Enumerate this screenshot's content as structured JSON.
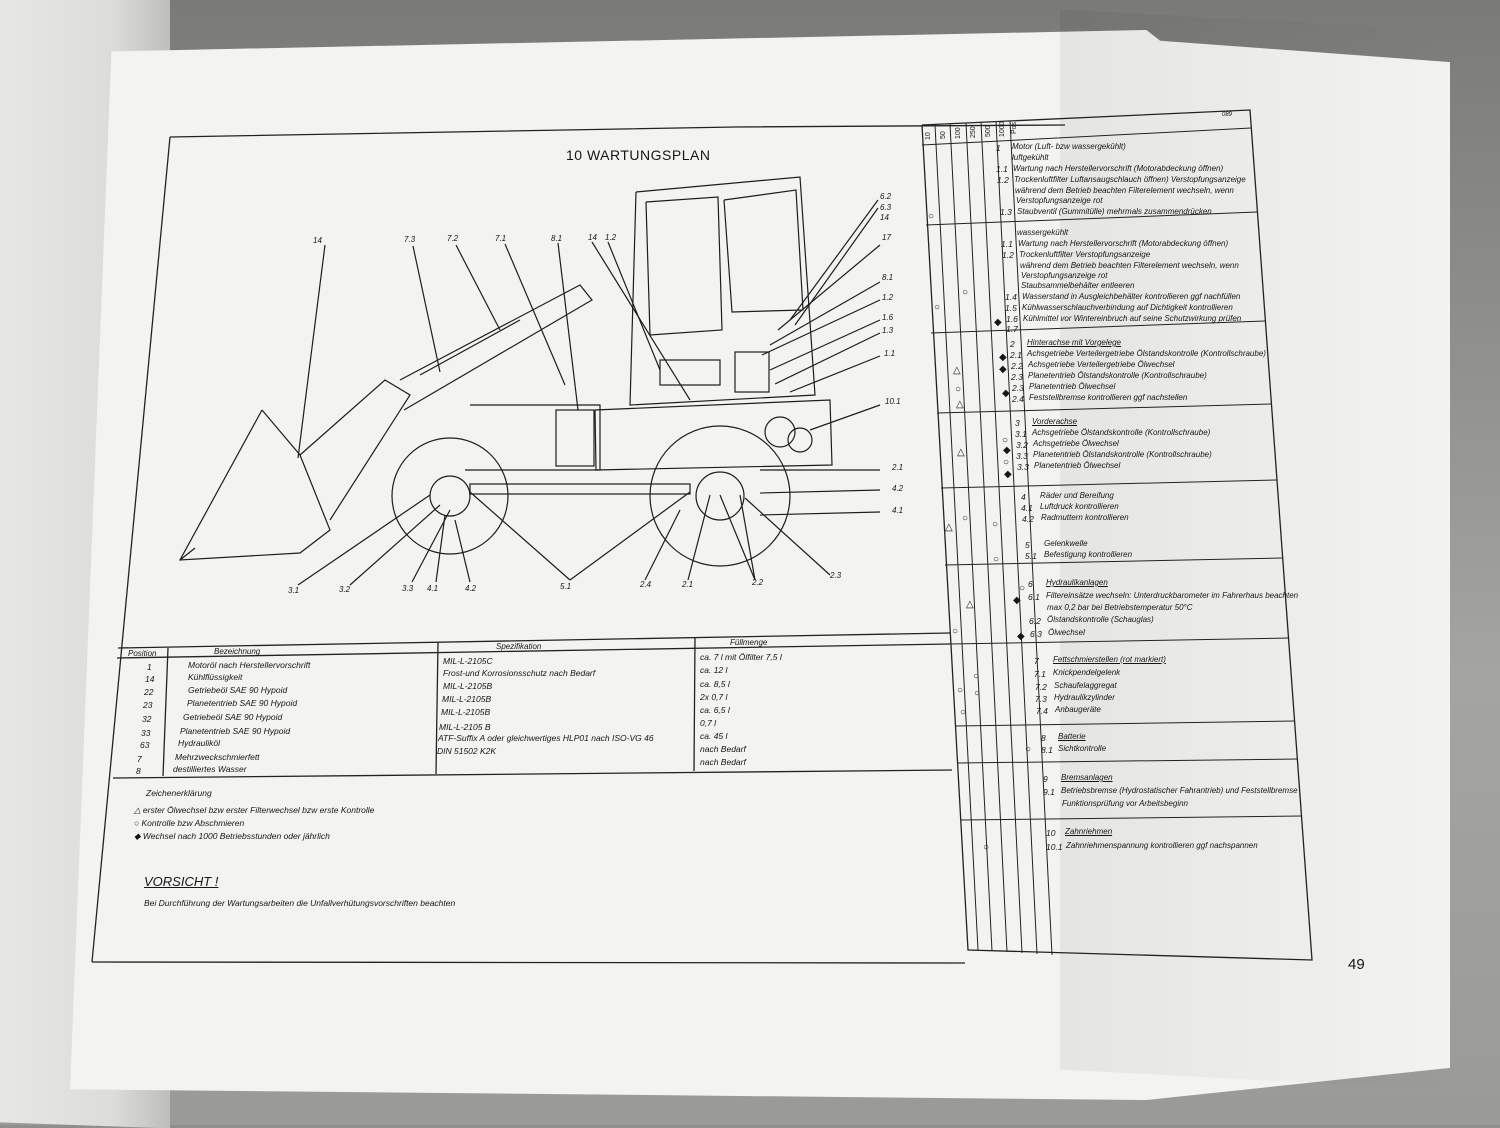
{
  "title": "10 WARTUNGSPLAN",
  "page_number": "49",
  "corner_note": "089",
  "drawing_labels": {
    "top": [
      "14",
      "7.3",
      "7.2",
      "7.1",
      "8.1",
      "14",
      "1.2",
      "6.2",
      "6.3",
      "17"
    ],
    "right": [
      "8.1",
      "1.2",
      "1.6",
      "1.3",
      "1.1",
      "10.1",
      "2.1",
      "4.2",
      "4.1"
    ],
    "bottom": [
      "3.1",
      "3.2",
      "3.3",
      "4.1",
      "4.2",
      "5.1",
      "2.4",
      "2.1",
      "2.2",
      "2.3"
    ]
  },
  "spec_table": {
    "headers": [
      "Position",
      "Bezeichnung",
      "Spezifikation",
      "Füllmenge"
    ],
    "rows": [
      {
        "position": "1",
        "name": "Motoröl nach Herstellervorschrift",
        "spec": "MIL-L-2105C",
        "qty": "ca. 7 l mit Ölfilter 7,5 l"
      },
      {
        "position": "14",
        "name": "Kühlflüssigkeit",
        "spec": "Frost-und Korrosionsschutz nach Bedarf",
        "qty": "ca. 12 l"
      },
      {
        "position": "22",
        "name": "Getriebeöl SAE 90 Hypoid",
        "spec": "MIL-L-2105B",
        "qty": "ca. 8,5 l"
      },
      {
        "position": "23",
        "name": "Planetentrieb SAE 90 Hypoid",
        "spec": "MIL-L-2105B",
        "qty": "2x 0,7 l"
      },
      {
        "position": "32",
        "name": "Getriebeöl SAE 90 Hypoid",
        "spec": "MIL-L-2105B",
        "qty": "ca. 6,5 l"
      },
      {
        "position": "33",
        "name": "Planetentrieb SAE 90 Hypoid",
        "spec": "MIL-L-2105 B",
        "qty": "0,7 l"
      },
      {
        "position": "63",
        "name": "Hydrauliköl",
        "spec": "ATF-Suffix A oder gleichwertiges HLP01 nach ISO-VG 46",
        "qty": "ca. 45 l"
      },
      {
        "position": "7",
        "name": "Mehrzweckschmierfett",
        "spec": "DIN 51502 K2K",
        "qty": "nach Bedarf"
      },
      {
        "position": "8",
        "name": "destilliertes Wasser",
        "spec": "",
        "qty": "nach Bedarf"
      }
    ]
  },
  "legend": {
    "title": "Zeichenerklärung",
    "items": [
      {
        "symbol": "△",
        "text": "erster Ölwechsel bzw erster Filterwechsel bzw erste Kontrolle"
      },
      {
        "symbol": "○",
        "text": "Kontrolle bzw Abschmieren"
      },
      {
        "symbol": "◆",
        "text": "Wechsel nach 1000 Betriebsstunden oder jährlich"
      }
    ]
  },
  "warning": {
    "title": "VORSICHT !",
    "text": "Bei Durchführung der Wartungsarbeiten die Unfallverhütungsvorschriften beachten"
  },
  "schedule": {
    "columns": [
      "10",
      "50",
      "100",
      "250",
      "500",
      "1000",
      "Pos."
    ],
    "sections": [
      {
        "lines": [
          {
            "num": "1",
            "text": "Motor (Luft- bzw wassergekühlt)"
          },
          {
            "num": "",
            "text": "luftgekühlt"
          },
          {
            "num": "1.1",
            "text": "Wartung nach Herstellervorschrift (Motorabdeckung öffnen)"
          },
          {
            "num": "1.2",
            "text": "Trockenluftfilter Luftansaugschlauch öffnen) Verstopfungsanzeige"
          },
          {
            "num": "",
            "text": "während dem Betrieb beachten Filterelement wechseln, wenn"
          },
          {
            "num": "",
            "text": "Verstopfungsanzeige rot"
          },
          {
            "num": "1.3",
            "text": "Staubventil (Gummitülle) mehrmals zusammendrücken"
          }
        ]
      },
      {
        "lines": [
          {
            "num": "",
            "text": "wassergekühlt"
          },
          {
            "num": "1.1",
            "text": "Wartung nach Herstellervorschrift (Motorabdeckung öffnen)"
          },
          {
            "num": "1.2",
            "text": "Trockenluftfilter Verstopfungsanzeige"
          },
          {
            "num": "",
            "text": "während dem Betrieb beachten Filterelement wechseln, wenn"
          },
          {
            "num": "",
            "text": "Verstopfungsanzeige rot"
          },
          {
            "num": "",
            "text": "Staubsammelbehälter entleeren"
          },
          {
            "num": "1.4",
            "text": "Wasserstand in Ausgleichbehälter kontrollieren ggf nachfüllen"
          },
          {
            "num": "1.5",
            "text": "Kühlwasserschlauchverbindung auf Dichtigkeit kontrollieren"
          },
          {
            "num": "1.6",
            "text": "Kühlmittel vor Wintereinbruch auf seine Schutzwirkung prüfen"
          },
          {
            "num": "1.7",
            "text": ""
          }
        ]
      },
      {
        "lines": [
          {
            "num": "2",
            "text": "Hinterachse mit Vorgelege"
          },
          {
            "num": "2.1",
            "text": "Achsgetriebe Verteilergetriebe Ölstandskontrolle (Kontrollschraube)"
          },
          {
            "num": "2.2",
            "text": "Achsgetriebe Verteilergetriebe Ölwechsel"
          },
          {
            "num": "2.3",
            "text": "Planetentrieb Ölstandskontrolle (Kontrollschraube)"
          },
          {
            "num": "2.3",
            "text": "Planetentrieb Ölwechsel"
          },
          {
            "num": "2.4",
            "text": "Feststellbremse kontrollieren ggf nachstellen"
          }
        ]
      },
      {
        "lines": [
          {
            "num": "3",
            "text": "Vorderachse"
          },
          {
            "num": "3.1",
            "text": "Achsgetriebe Ölstandskontrolle (Kontrollschraube)"
          },
          {
            "num": "3.2",
            "text": "Achsgetriebe Ölwechsel"
          },
          {
            "num": "3.3",
            "text": "Planetentrieb Ölstandskontrolle (Kontrollschraube)"
          },
          {
            "num": "3.3",
            "text": "Planetentrieb Ölwechsel"
          }
        ]
      },
      {
        "lines": [
          {
            "num": "4",
            "text": "Räder und Bereifung"
          },
          {
            "num": "4.1",
            "text": "Luftdruck kontrollieren"
          },
          {
            "num": "4.2",
            "text": "Radmuttern kontrollieren"
          }
        ]
      },
      {
        "lines": [
          {
            "num": "5",
            "text": "Gelenkwelle"
          },
          {
            "num": "5.1",
            "text": "Befestigung kontrollieren"
          }
        ]
      },
      {
        "lines": [
          {
            "num": "6",
            "text": "Hydraulikanlagen"
          },
          {
            "num": "6.1",
            "text": "Filtereinsätze wechseln: Unterdruckbarometer im Fahrerhaus beachten"
          },
          {
            "num": "",
            "text": "max 0,2 bar bei Betriebstemperatur 50°C"
          },
          {
            "num": "6.2",
            "text": "Ölstandskontrolle (Schauglas)"
          },
          {
            "num": "6.3",
            "text": "Ölwechsel"
          }
        ]
      },
      {
        "lines": [
          {
            "num": "7",
            "text": "Fettschmierstellen (rot markiert)"
          },
          {
            "num": "7.1",
            "text": "Knickpendelgelenk"
          },
          {
            "num": "7.2",
            "text": "Schaufelaggregat"
          },
          {
            "num": "7.3",
            "text": "Hydraulikzylinder"
          },
          {
            "num": "7.4",
            "text": "Anbaugeräte"
          }
        ]
      },
      {
        "lines": [
          {
            "num": "8",
            "text": "Batterie"
          },
          {
            "num": "8.1",
            "text": "Sichtkontrolle"
          }
        ]
      },
      {
        "lines": [
          {
            "num": "9",
            "text": "Bremsanlagen"
          },
          {
            "num": "9.1",
            "text": "Betriebsbremse (Hydrostatischer Fahrantrieb) und Feststellbremse"
          },
          {
            "num": "",
            "text": "Funktionsprüfung vor Arbeitsbeginn"
          }
        ]
      },
      {
        "lines": [
          {
            "num": "10",
            "text": "Zahnriehmen"
          },
          {
            "num": "10.1",
            "text": "Zahnriehmenspannung kontrollieren ggf nachspannen"
          }
        ]
      }
    ]
  }
}
